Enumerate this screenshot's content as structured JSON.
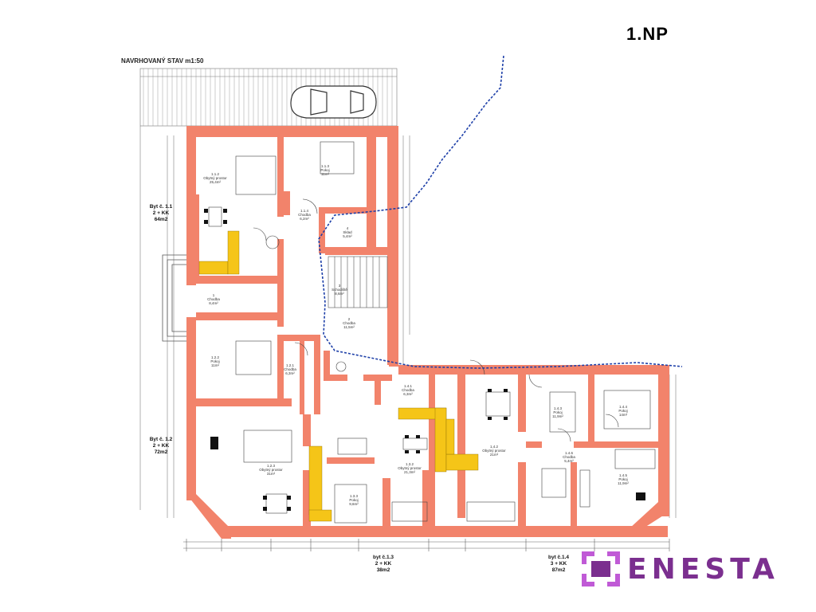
{
  "header": {
    "floor_title": "1.NP",
    "plan_caption": "NAVRHOVANÝ STAV m1:50"
  },
  "units": [
    {
      "name": "Byt č. 1.1",
      "layout": "2 + KK",
      "area": "64m2"
    },
    {
      "name": "Byt č. 1.2",
      "layout": "2 + KK",
      "area": "72m2"
    },
    {
      "name": "byt č.1.3",
      "layout": "2 + KK",
      "area": "38m2"
    },
    {
      "name": "byt č.1.4",
      "layout": "3 + KK",
      "area": "87m2"
    }
  ],
  "rooms": [
    {
      "name": "1.1.2",
      "type": "Obytný prostor",
      "area": "25,4m²"
    },
    {
      "name": "1.1.3",
      "type": "Pokoj",
      "area": "11m²"
    },
    {
      "name": "1.1.4",
      "type": "Chodba",
      "area": "6,2m²"
    },
    {
      "name": "4",
      "type": "Sklad",
      "area": "5,4m²"
    },
    {
      "name": "1",
      "type": "Chodba",
      "area": "8,4m²"
    },
    {
      "name": "2",
      "type": "Chodba",
      "area": "11,5m²"
    },
    {
      "name": "3",
      "type": "Schodiště",
      "area": "8,6m²"
    },
    {
      "name": "1.2.2",
      "type": "Pokoj",
      "area": "11m²"
    },
    {
      "name": "1.2.1",
      "type": "Chodba",
      "area": "6,3m²"
    },
    {
      "name": "1.2.3",
      "type": "Obytný prostor",
      "area": "31m²"
    },
    {
      "name": "1.3.2",
      "type": "Obytný prostor",
      "area": "21,3m²"
    },
    {
      "name": "1.3.3",
      "type": "Pokoj",
      "area": "9,6m²"
    },
    {
      "name": "1.4.1",
      "type": "Chodba",
      "area": "6,3m²"
    },
    {
      "name": "1.4.2",
      "type": "Obytný prostor",
      "area": "21m²"
    },
    {
      "name": "1.4.3",
      "type": "Pokoj",
      "area": "11,9m²"
    },
    {
      "name": "1.4.4",
      "type": "Pokoj",
      "area": "14m²"
    },
    {
      "name": "1.4.5",
      "type": "Pokoj",
      "area": "11,9m²"
    },
    {
      "name": "1.4.6",
      "type": "Chodba",
      "area": "5,4m²"
    }
  ],
  "logo": {
    "text": "ENESTA",
    "color": "#7b2f8f",
    "accent": "#c05ad6"
  },
  "colors": {
    "wall": "#f2836b",
    "kitchen": "#f5c518",
    "boundary": "#1d3fa8"
  }
}
